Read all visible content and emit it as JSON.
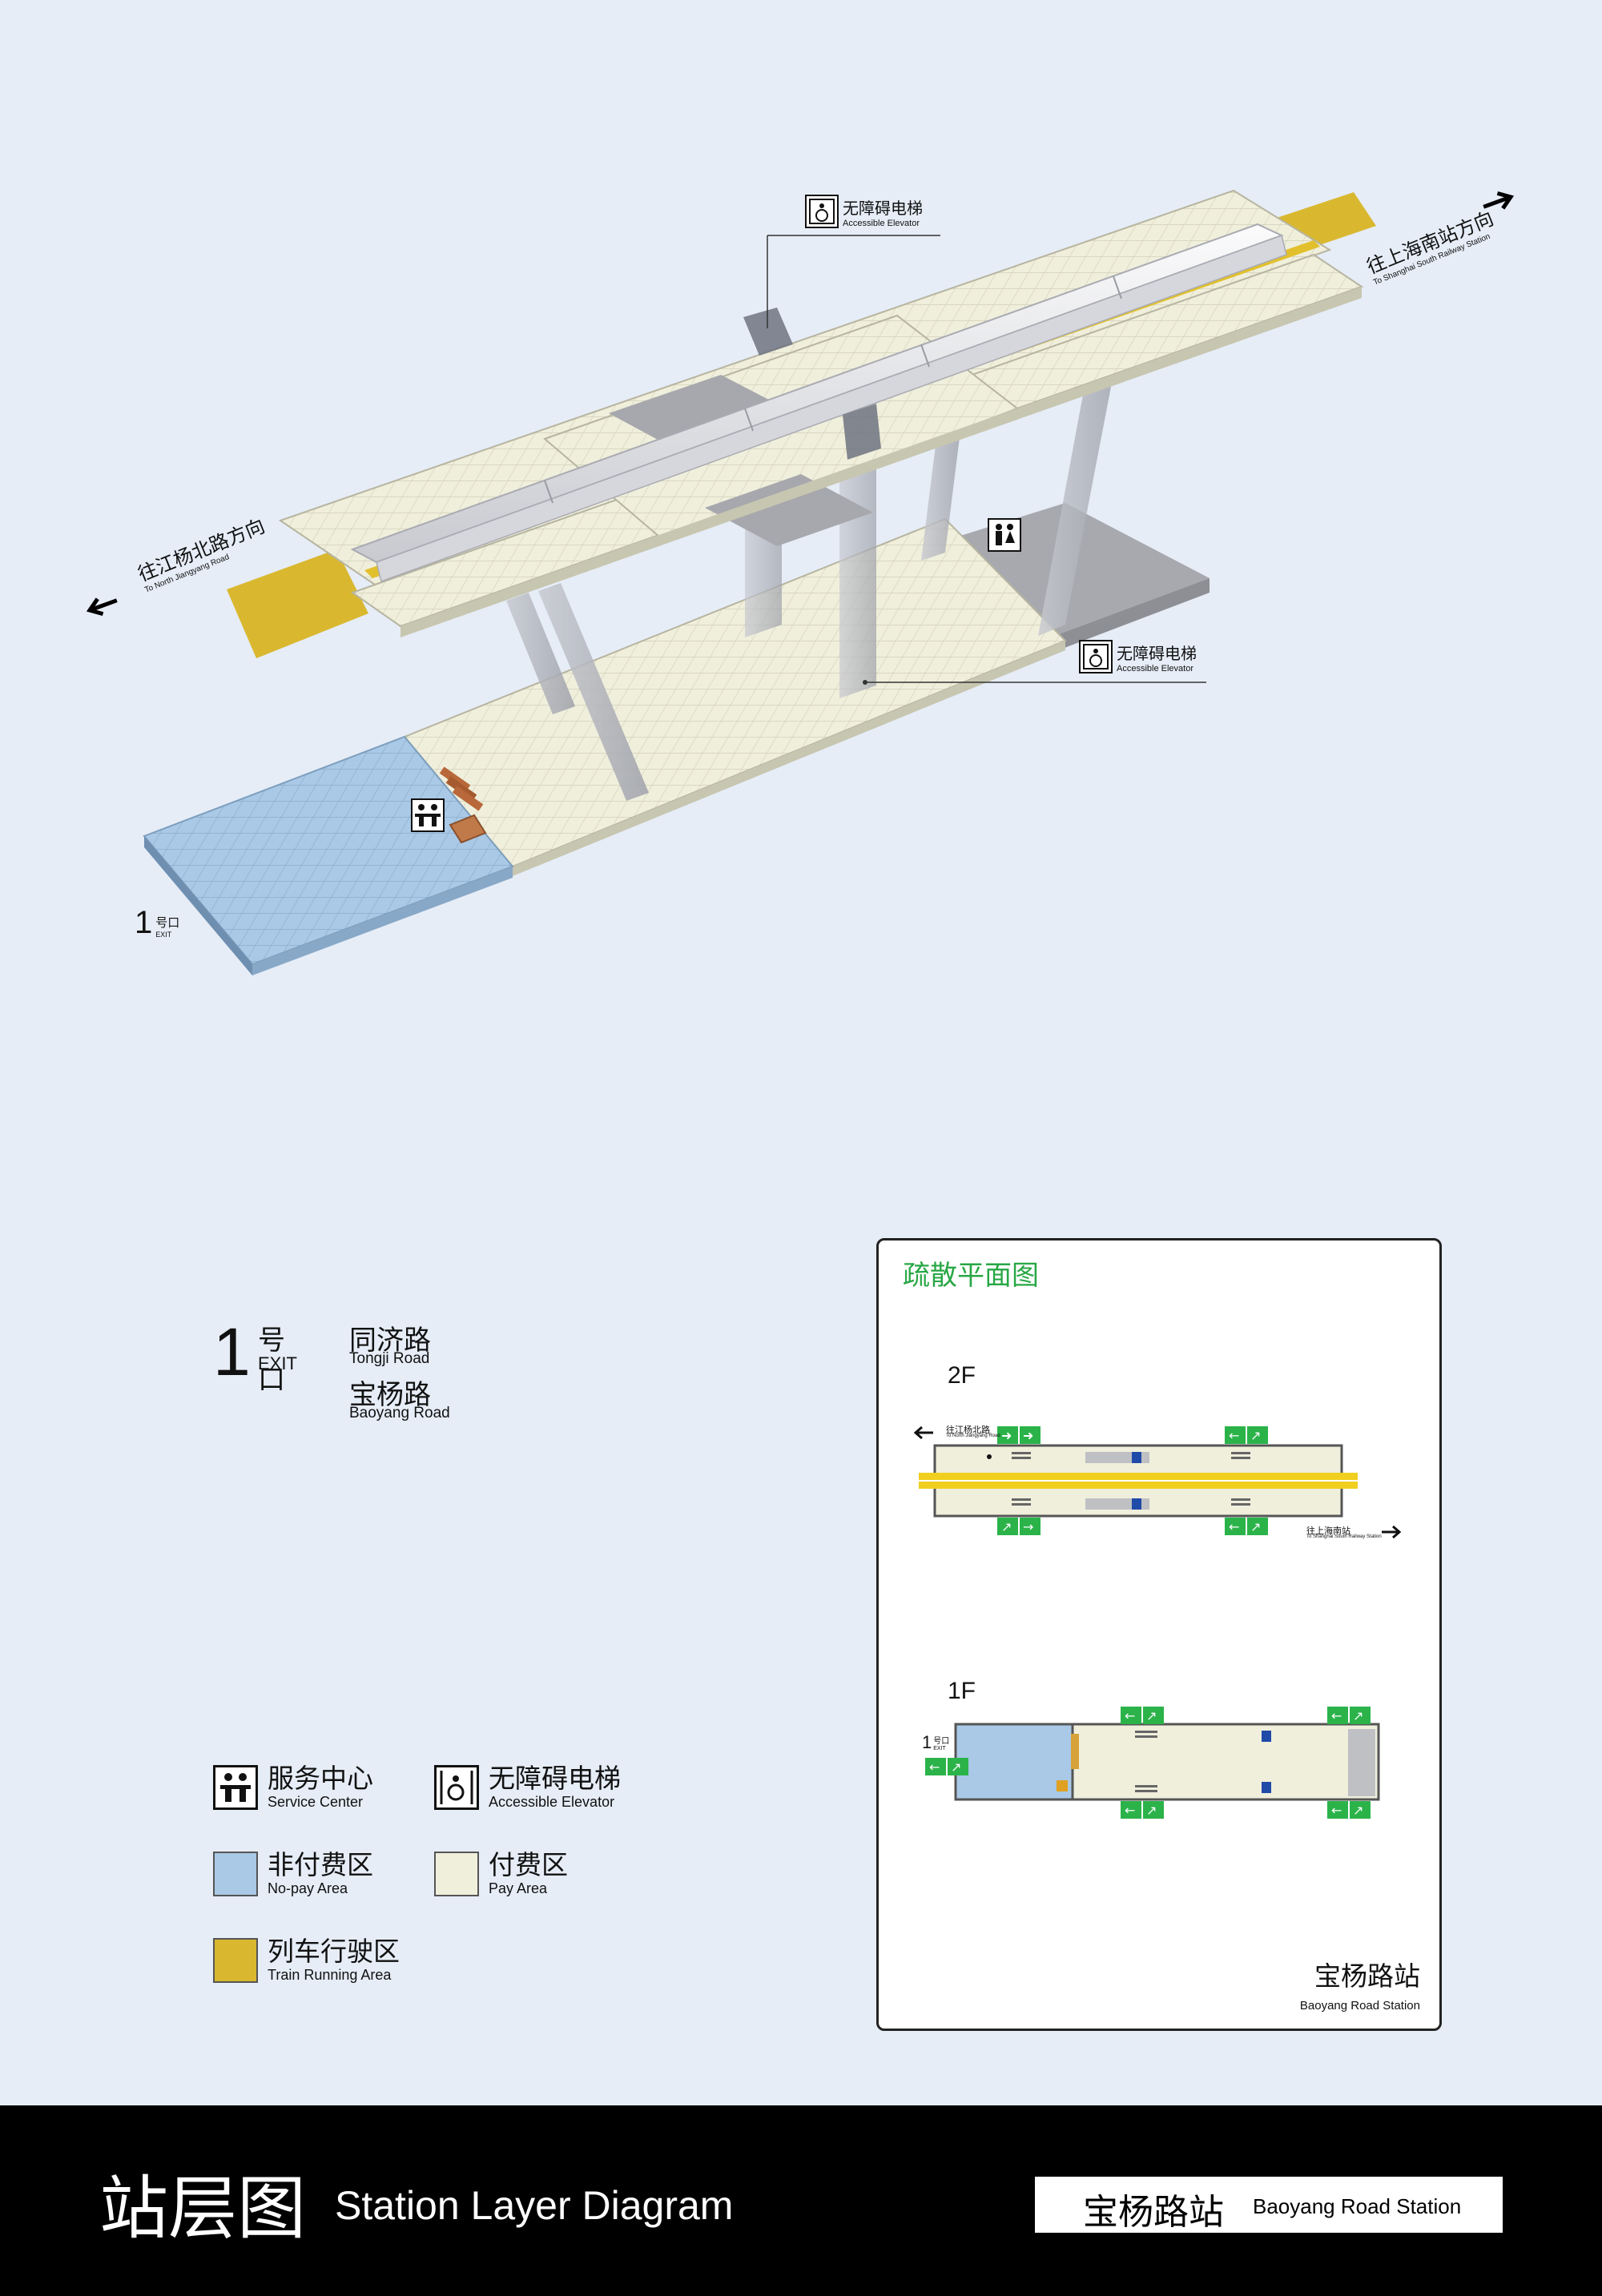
{
  "callouts": {
    "elevator_top": {
      "cn": "无障碍电梯",
      "en": "Accessible Elevator"
    },
    "elevator_bottom": {
      "cn": "无障碍电梯",
      "en": "Accessible Elevator"
    }
  },
  "directions": {
    "left": {
      "cn": "往江杨北路方向",
      "en": "To North Jiangyang Road"
    },
    "right": {
      "cn": "往上海南站方向",
      "en": "To Shanghai South Railway Station"
    }
  },
  "scene_exit": {
    "num": "1",
    "cn": "号口",
    "en": "EXIT"
  },
  "exit_info": {
    "num": "1",
    "cn": "号口",
    "en": "EXIT",
    "roads": [
      {
        "cn": "同济路",
        "en": "Tongji Road"
      },
      {
        "cn": "宝杨路",
        "en": "Baoyang Road"
      }
    ]
  },
  "legend": {
    "service": {
      "cn": "服务中心",
      "en": "Service Center"
    },
    "elevator": {
      "cn": "无障碍电梯",
      "en": "Accessible Elevator"
    },
    "nopay": {
      "cn": "非付费区",
      "en": "No-pay Area",
      "color": "#a9c9e6"
    },
    "pay": {
      "cn": "付费区",
      "en": "Pay Area",
      "color": "#f0efdc"
    },
    "train": {
      "cn": "列车行驶区",
      "en": "Train Running Area",
      "color": "#d9b830"
    }
  },
  "evac": {
    "title": "疏散平面图",
    "floor2": "2F",
    "floor1": "1F",
    "dir_left_cn": "往江杨北路",
    "dir_left_en": "To North Jiangyang Road",
    "dir_right_cn": "往上海南站",
    "dir_right_en": "To Shanghai South Railway Station",
    "exit_num": "1",
    "exit_cn": "号口",
    "exit_en": "EXIT",
    "station_cn": "宝杨路站",
    "station_en": "Baoyang Road Station"
  },
  "footer": {
    "title_cn": "站层图",
    "title_en": "Station Layer Diagram",
    "station_cn": "宝杨路站",
    "station_en": "Baoyang Road Station"
  },
  "colors": {
    "background": "#e6edf7",
    "pay_area": "#f0efdc",
    "nopay_area": "#a9c9e6",
    "track_yellow": "#d9b830",
    "exit_green": "#2bb34a"
  }
}
